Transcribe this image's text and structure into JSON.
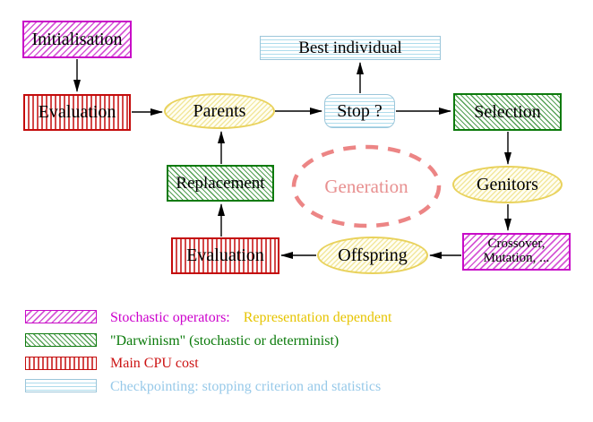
{
  "diagram_type": "evolutionary-algorithm-flowchart",
  "nodes": {
    "initialisation": {
      "label": "Initialisation",
      "pattern": "magenta-diagonal-hatch"
    },
    "evaluation_top": {
      "label": "Evaluation",
      "pattern": "red-vertical-stripes"
    },
    "parents": {
      "label": "Parents",
      "pattern": "yellow-hatch-ellipse"
    },
    "stop": {
      "label": "Stop ?",
      "pattern": "cyan-horizontal-stripes"
    },
    "best_individual": {
      "label": "Best individual",
      "pattern": "cyan-horizontal-stripes"
    },
    "selection": {
      "label": "Selection",
      "pattern": "green-diagonal-hatch"
    },
    "genitors": {
      "label": "Genitors",
      "pattern": "yellow-hatch-ellipse"
    },
    "crossover_mutation": {
      "label_line1": "Crossover,",
      "label_line2": "Mutation, ...",
      "pattern": "magenta-diagonal-hatch"
    },
    "offspring": {
      "label": "Offspring",
      "pattern": "yellow-hatch-ellipse"
    },
    "evaluation_bottom": {
      "label": "Evaluation",
      "pattern": "red-vertical-stripes"
    },
    "replacement": {
      "label": "Replacement",
      "pattern": "green-diagonal-hatch"
    },
    "generation": {
      "label": "Generation",
      "pattern": "salmon-dashed-ellipse"
    }
  },
  "edges": [
    {
      "from": "initialisation",
      "to": "evaluation_top"
    },
    {
      "from": "evaluation_top",
      "to": "parents"
    },
    {
      "from": "parents",
      "to": "stop"
    },
    {
      "from": "stop",
      "to": "best_individual"
    },
    {
      "from": "stop",
      "to": "selection"
    },
    {
      "from": "selection",
      "to": "genitors"
    },
    {
      "from": "genitors",
      "to": "crossover_mutation"
    },
    {
      "from": "crossover_mutation",
      "to": "offspring"
    },
    {
      "from": "offspring",
      "to": "evaluation_bottom"
    },
    {
      "from": "evaluation_bottom",
      "to": "replacement"
    },
    {
      "from": "replacement",
      "to": "parents"
    }
  ],
  "legend": {
    "items": [
      {
        "swatch": "magenta-diagonal-hatch",
        "text_primary": "Stochastic operators:",
        "text_secondary": "Representation dependent"
      },
      {
        "swatch": "green-diagonal-hatch",
        "text_primary": "\"Darwinism\" (stochastic or determinist)",
        "text_secondary": ""
      },
      {
        "swatch": "red-vertical-stripes",
        "text_primary": "Main CPU cost",
        "text_secondary": ""
      },
      {
        "swatch": "cyan-horizontal-stripes",
        "text_primary": "Checkpointing: stopping criterion and statistics",
        "text_secondary": ""
      }
    ]
  },
  "colors": {
    "magenta": "#cc00cc",
    "green": "#0a7a0a",
    "red": "#cc1414",
    "cyan": "#97c9e9",
    "gold": "#e6c400",
    "salmon": "#ec8585",
    "node_text": "#000000",
    "background": "#ffffff"
  }
}
